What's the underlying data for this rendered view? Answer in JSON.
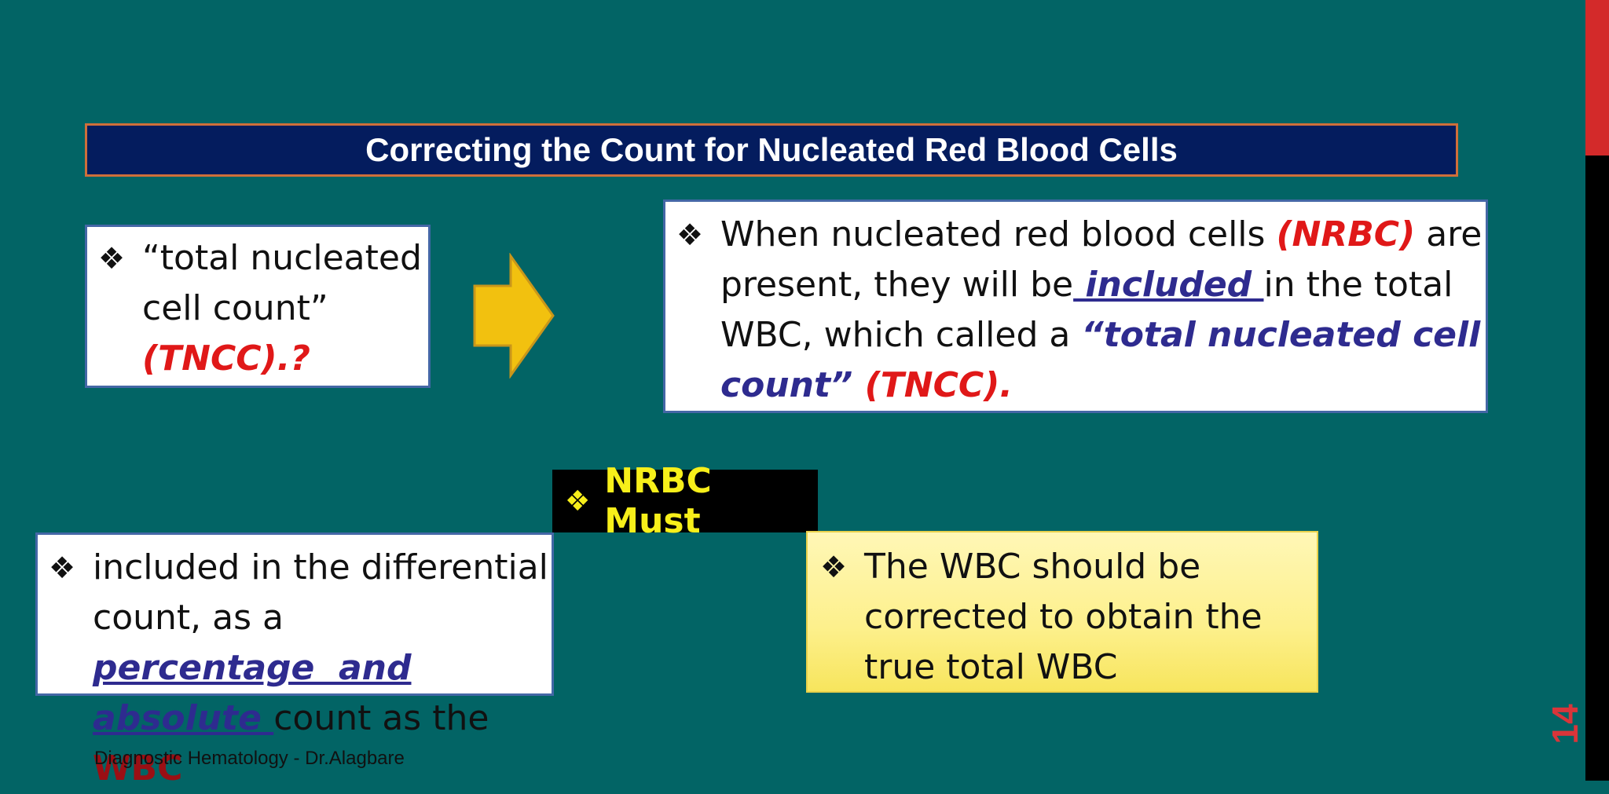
{
  "slide": {
    "title": "Correcting the Count for Nucleated Red Blood Cells",
    "number": "14",
    "footer": "Diagnostic Hematology - Dr.Alagbare",
    "bullet_glyph": "❖"
  },
  "box_tncc": {
    "line1": "“total nucleated",
    "line2": "cell count”",
    "line3": "(TNCC).?"
  },
  "box_when": {
    "t1": "When nucleated red blood cells ",
    "t2": "(NRBC)",
    "t3": " are",
    "t4": "present, they will be",
    "t5": " included ",
    "t6": "in the total",
    "t7": "WBC, which called a ",
    "t8": "“total nucleated cell",
    "t9": "count”",
    "t10": " (TNCC)."
  },
  "must": {
    "label": "NRBC Must"
  },
  "box_included": {
    "t1": "included in the differential",
    "t2": "count, as a ",
    "t3": "percentage  and",
    "t4": "absolute ",
    "t5": "count as the ",
    "t6": "WBC"
  },
  "box_wbc": {
    "line1": "The WBC should be",
    "line2": "corrected to obtain the",
    "line3": "true total WBC"
  },
  "colors": {
    "background": "#026465",
    "title_bg": "#041c5e",
    "arrow": "#f2c10f",
    "emphasis_red": "#e01818",
    "emphasis_navy": "#2e2b8f"
  }
}
